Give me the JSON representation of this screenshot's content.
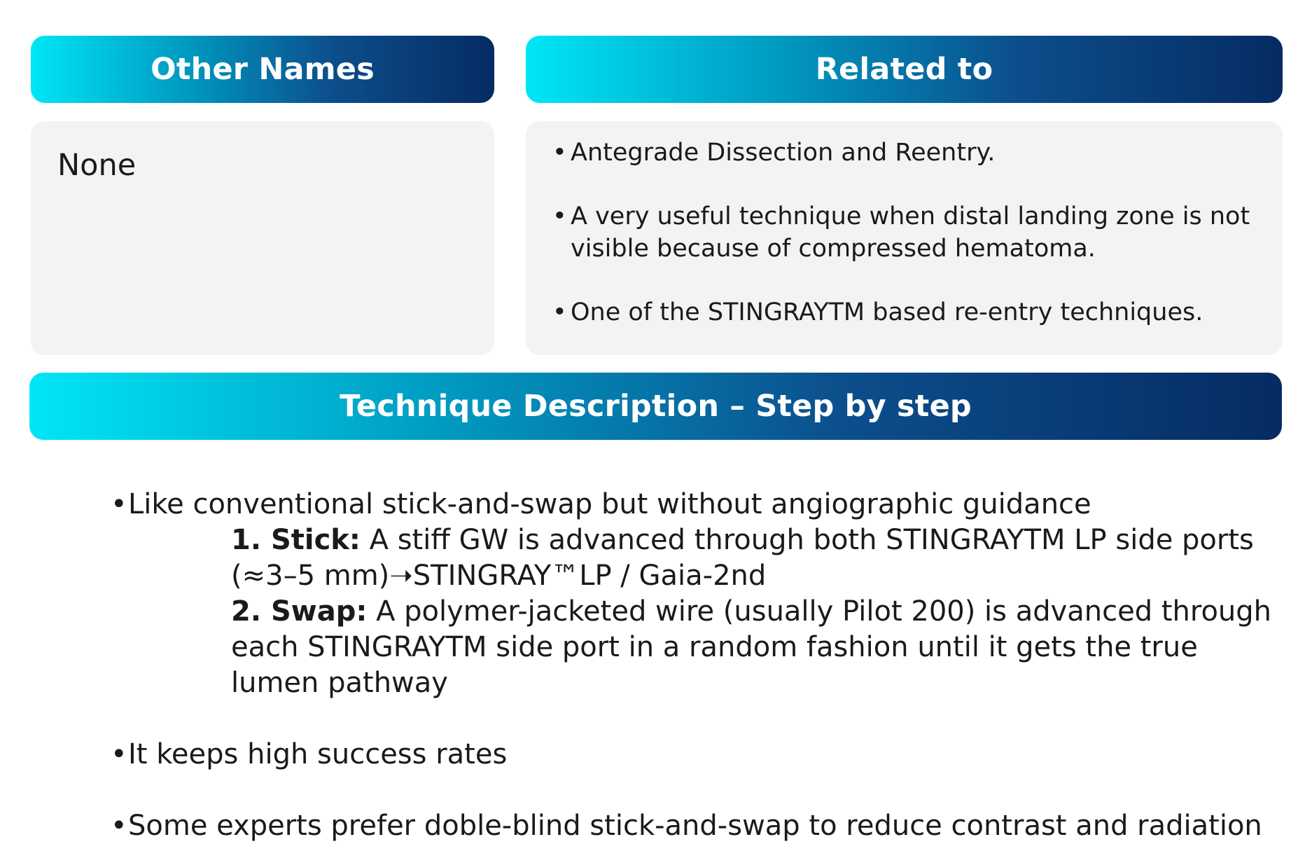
{
  "other_names": {
    "title": "Other Names",
    "value": "None"
  },
  "related": {
    "title": "Related to",
    "items": [
      "Antegrade Dissection and Reentry.",
      "A very useful technique when distal landing zone is not visible because of compressed hematoma.",
      "One of the STINGRAYTM  based re-entry techniques."
    ]
  },
  "technique": {
    "title": "Technique Description – Step by step",
    "intro": "Like conventional stick-and-swap but without angiographic guidance",
    "steps": [
      {
        "label": "1. Stick:",
        "text": "A stiff GW is advanced through both STINGRAYTM LP side ports (≈3–5 mm)➝STINGRAY™LP / Gaia-2nd"
      },
      {
        "label": "2. Swap:",
        "text": "A polymer-jacketed wire (usually Pilot 200) is advanced through each STINGRAYTM side port in a random fashion until it gets the true lumen pathway"
      }
    ],
    "points": [
      "It keeps high success rates",
      "Some experts prefer doble-blind stick-and-swap to reduce contrast and radiation"
    ]
  },
  "colors": {
    "header_gradient_start": "#00e6f6",
    "header_gradient_end": "#062b63",
    "panel_background": "#f2f3f5",
    "header_text": "#ffffff"
  }
}
